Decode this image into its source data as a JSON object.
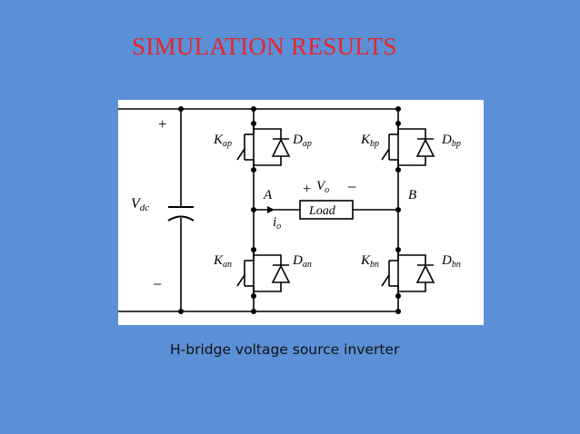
{
  "slide": {
    "title": "SIMULATION RESULTS",
    "caption": "H-bridge voltage source inverter"
  },
  "diagram": {
    "source": {
      "label": "V",
      "sub": "dc",
      "plus": "+",
      "minus": "−"
    },
    "switches": [
      {
        "id": "ap",
        "k": "K",
        "ksub": "ap",
        "d": "D",
        "dsub": "ap"
      },
      {
        "id": "bp",
        "k": "K",
        "ksub": "bp",
        "d": "D",
        "dsub": "bp"
      },
      {
        "id": "an",
        "k": "K",
        "ksub": "an",
        "d": "D",
        "dsub": "an"
      },
      {
        "id": "bn",
        "k": "K",
        "ksub": "bn",
        "d": "D",
        "dsub": "bn"
      }
    ],
    "nodes": {
      "a": "A",
      "b": "B"
    },
    "load": {
      "label": "Load",
      "vplus": "+",
      "v": "V",
      "vsub": "o",
      "vminus": "−",
      "i": "i",
      "isub": "o"
    }
  },
  "colors": {
    "background": "#5b8fd6",
    "title": "#e8242a",
    "figure_bg": "#ffffff",
    "ink": "#000000"
  }
}
